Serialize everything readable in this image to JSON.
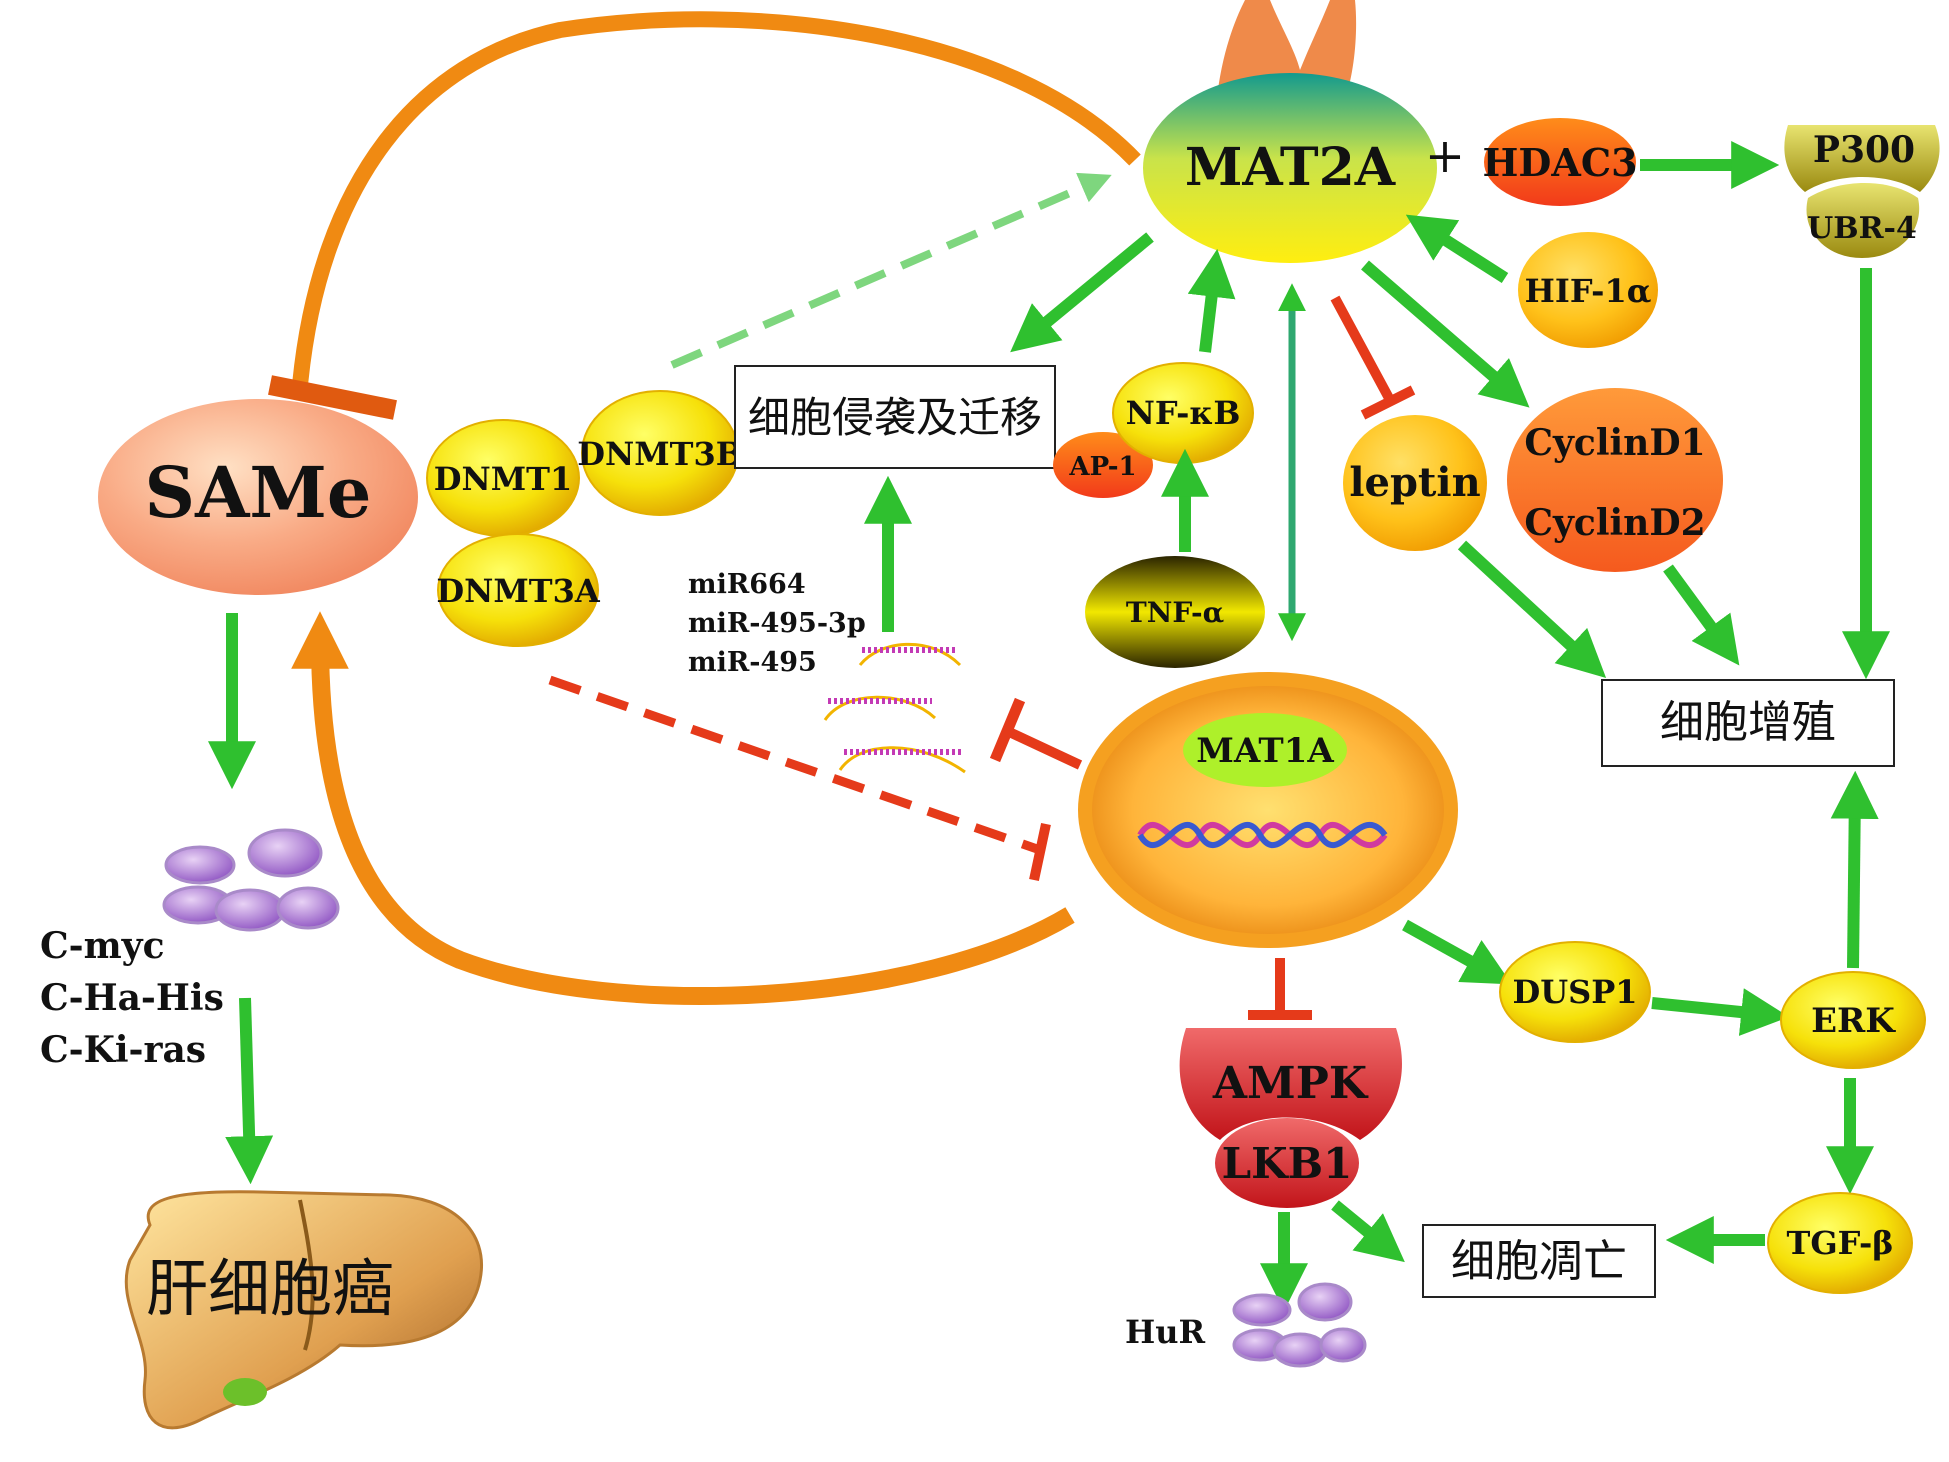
{
  "nodes": {
    "same": "SAMe",
    "mat2a": "MAT2A",
    "hdac3": "HDAC3",
    "plus": "+",
    "p300": "P300",
    "ubr4": "UBR-4",
    "hif1a": "HIF-1α",
    "cyclind1": "CyclinD1",
    "cyclind2": "CyclinD2",
    "leptin": "leptin",
    "nfkb": "NF-κB",
    "ap1": "AP-1",
    "tnfa": "TNF-α",
    "dnmt1": "DNMT1",
    "dnmt3b": "DNMT3B",
    "dnmt3a": "DNMT3A",
    "mat1a": "MAT1A",
    "dusp1": "DUSP1",
    "erk": "ERK",
    "tgfb": "TGF-β",
    "ampk": "AMPK",
    "lkb1": "LKB1",
    "hur": "HuR"
  },
  "boxes": {
    "invasion": "细胞侵袭及迁移",
    "proliferation": "细胞增殖",
    "apoptosis": "细胞凋亡",
    "hcc": "肝细胞癌"
  },
  "mirnas": [
    "miR664",
    "miR-495-3p",
    "miR-495"
  ],
  "oncogenes": [
    "C-myc",
    "C-Ha-His",
    "C-Ki-ras"
  ],
  "colors": {
    "activate": "#2fc02f",
    "inhibit": "#e53a1a",
    "cycle": "#f08a12",
    "box_border": "#222222"
  }
}
